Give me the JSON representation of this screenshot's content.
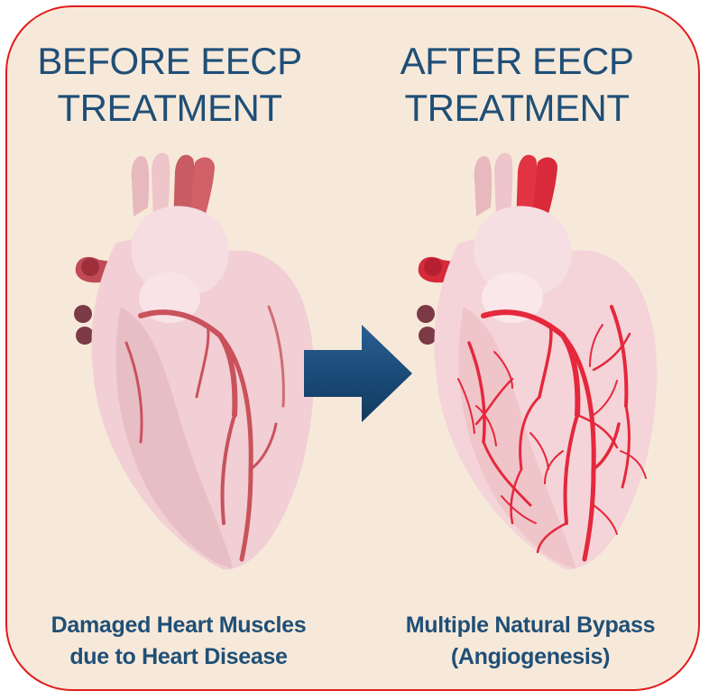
{
  "before": {
    "heading": [
      "BEFORE EECP",
      "TREATMENT"
    ],
    "caption": [
      "Damaged Heart Muscles",
      "due to Heart Disease"
    ]
  },
  "after": {
    "heading": [
      "AFTER EECP",
      "TREATMENT"
    ],
    "caption": [
      "Multiple Natural Bypass",
      "(Angiogenesis)"
    ]
  },
  "arrow": {
    "icon": "arrow-right-icon",
    "color": "#1b4b78"
  },
  "colors": {
    "frame_border": "#e21b1b",
    "background": "#f7e9da",
    "text": "#1f4f77",
    "heart_tissue": "#f1cfd4",
    "vessel_before": "#c9525c",
    "vessel_after": "#e5283c"
  }
}
